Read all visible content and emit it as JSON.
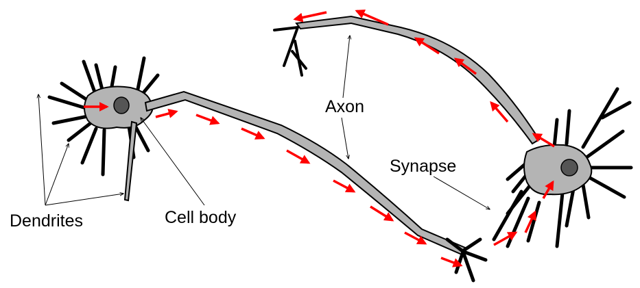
{
  "labels": {
    "dendrites": "Dendrites",
    "cell_body": "Cell body",
    "axon": "Axon",
    "synapse": "Synapse"
  },
  "colors": {
    "neuron_fill": "#b4b4b4",
    "neuron_outline": "#000000",
    "nucleus": "#555555",
    "signal_arrow": "#ff0000",
    "pointer_line": "#000000"
  },
  "icons": {
    "signal": "red-arrow-icon"
  }
}
